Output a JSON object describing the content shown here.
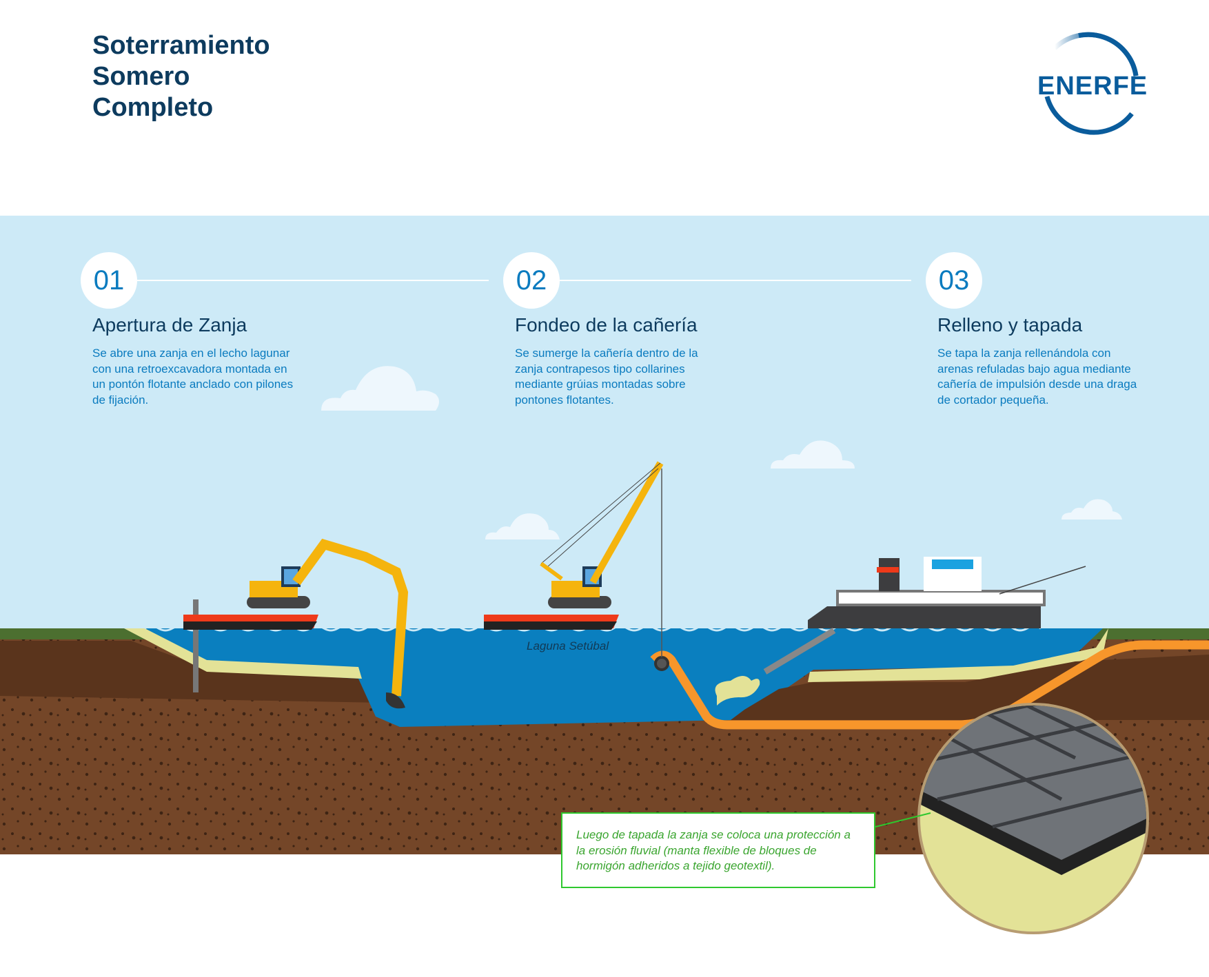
{
  "header": {
    "title_lines": [
      "Soterramiento",
      "Somero",
      "Completo"
    ],
    "logo_text": "ENERFE"
  },
  "steps": [
    {
      "number": "01",
      "title": "Apertura de Zanja",
      "body": "Se abre una zanja en el lecho lagunar con una retroexcavadora montada en un pontón flotante anclado con pilones de fijación."
    },
    {
      "number": "02",
      "title": "Fondeo de la cañería",
      "body": "Se sumerge la cañería dentro de la zanja contrapesos tipo collarines mediante grúias montadas sobre pontones flotantes."
    },
    {
      "number": "03",
      "title": "Relleno y tapada",
      "body": "Se tapa la zanja rellenándola con arenas refuladas bajo agua mediante cañería de impulsión desde una draga de cortador pequeña."
    }
  ],
  "scene": {
    "water_label": "Laguna Setúbal",
    "callout_text": "Luego de tapada la zanja se coloca una protección a la erosión fluvial (manta flexible de bloques de hormigón adheridos a tejido geotextil)."
  },
  "colors": {
    "sky": "#cdeaf7",
    "water": "#0a7fbf",
    "soil": "#744628",
    "sand": "#e3e297",
    "pipe": "#f7962b",
    "brand": "#0a5c9c",
    "callout_border": "#2ec82e"
  }
}
